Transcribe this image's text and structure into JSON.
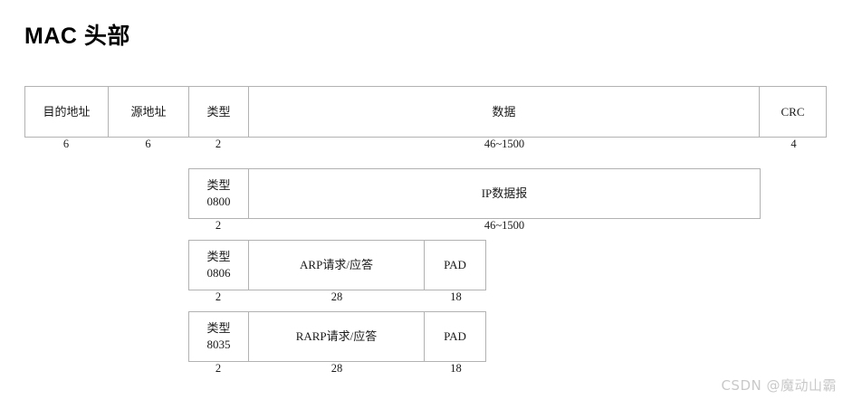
{
  "page": {
    "title": "MAC 头部",
    "background_color": "#ffffff",
    "border_color": "#b2b2b2",
    "text_color": "#1a1a1a"
  },
  "watermark": {
    "text": "CSDN @魔动山霸",
    "color": "#c9c9c9"
  },
  "diagram": {
    "rows": [
      {
        "id": "ethernet-frame",
        "cells": [
          {
            "name": "destination-address",
            "label": "目的地址",
            "size": "6"
          },
          {
            "name": "source-address",
            "label": "源地址",
            "size": "6"
          },
          {
            "name": "type",
            "label": "类型",
            "size": "2"
          },
          {
            "name": "data",
            "label": "数据",
            "size": "46~1500"
          },
          {
            "name": "crc",
            "label": "CRC",
            "size": "4"
          }
        ]
      },
      {
        "id": "ip-datagram-frame",
        "cells": [
          {
            "name": "type-0800",
            "label": "类型\n0800",
            "size": "2"
          },
          {
            "name": "ip-datagram",
            "label": "IP数据报",
            "size": "46~1500"
          }
        ]
      },
      {
        "id": "arp-frame",
        "cells": [
          {
            "name": "type-0806",
            "label": "类型\n0806",
            "size": "2"
          },
          {
            "name": "arp-request-reply",
            "label": "ARP请求/应答",
            "size": "28"
          },
          {
            "name": "arp-pad",
            "label": "PAD",
            "size": "18"
          }
        ]
      },
      {
        "id": "rarp-frame",
        "cells": [
          {
            "name": "type-8035",
            "label": "类型\n8035",
            "size": "2"
          },
          {
            "name": "rarp-request-reply",
            "label": "RARP请求/应答",
            "size": "28"
          },
          {
            "name": "rarp-pad",
            "label": "PAD",
            "size": "18"
          }
        ]
      }
    ]
  }
}
